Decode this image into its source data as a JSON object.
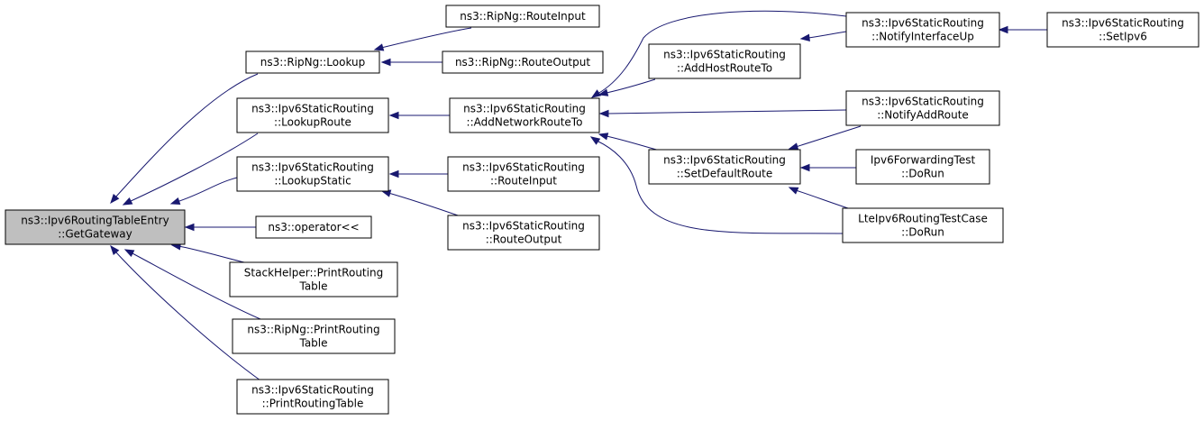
{
  "diagram": {
    "nodes": [
      {
        "id": "root",
        "lines": [
          "ns3::Ipv6RoutingTableEntry",
          "::GetGateway"
        ],
        "root": true
      },
      {
        "id": "ripng_lookup",
        "lines": [
          "ns3::RipNg::Lookup"
        ]
      },
      {
        "id": "lookup_route",
        "lines": [
          "ns3::Ipv6StaticRouting",
          "::LookupRoute"
        ]
      },
      {
        "id": "lookup_static",
        "lines": [
          "ns3::Ipv6StaticRouting",
          "::LookupStatic"
        ]
      },
      {
        "id": "operator_lshift",
        "lines": [
          "ns3::operator<<"
        ]
      },
      {
        "id": "stackhelper_print",
        "lines": [
          "StackHelper::PrintRouting",
          "Table"
        ]
      },
      {
        "id": "ripng_print",
        "lines": [
          "ns3::RipNg::PrintRouting",
          "Table"
        ]
      },
      {
        "id": "static_print",
        "lines": [
          "ns3::Ipv6StaticRouting",
          "::PrintRoutingTable"
        ]
      },
      {
        "id": "ripng_route_input",
        "lines": [
          "ns3::RipNg::RouteInput"
        ]
      },
      {
        "id": "ripng_route_output",
        "lines": [
          "ns3::RipNg::RouteOutput"
        ]
      },
      {
        "id": "add_network_route_to",
        "lines": [
          "ns3::Ipv6StaticRouting",
          "::AddNetworkRouteTo"
        ]
      },
      {
        "id": "static_route_input",
        "lines": [
          "ns3::Ipv6StaticRouting",
          "::RouteInput"
        ]
      },
      {
        "id": "static_route_output",
        "lines": [
          "ns3::Ipv6StaticRouting",
          "::RouteOutput"
        ]
      },
      {
        "id": "add_host_route_to",
        "lines": [
          "ns3::Ipv6StaticRouting",
          "::AddHostRouteTo"
        ]
      },
      {
        "id": "set_default_route",
        "lines": [
          "ns3::Ipv6StaticRouting",
          "::SetDefaultRoute"
        ]
      },
      {
        "id": "notify_interface_up",
        "lines": [
          "ns3::Ipv6StaticRouting",
          "::NotifyInterfaceUp"
        ]
      },
      {
        "id": "notify_add_route",
        "lines": [
          "ns3::Ipv6StaticRouting",
          "::NotifyAddRoute"
        ]
      },
      {
        "id": "ipv6_forwarding_test",
        "lines": [
          "Ipv6ForwardingTest",
          "::DoRun"
        ]
      },
      {
        "id": "lte_ipv6_routing_test",
        "lines": [
          "LteIpv6RoutingTestCase",
          "::DoRun"
        ]
      },
      {
        "id": "set_ipv6",
        "lines": [
          "ns3::Ipv6StaticRouting",
          "::SetIpv6"
        ]
      }
    ],
    "edges": [
      {
        "from": "ripng_lookup",
        "to": "root"
      },
      {
        "from": "lookup_route",
        "to": "root"
      },
      {
        "from": "lookup_static",
        "to": "root"
      },
      {
        "from": "operator_lshift",
        "to": "root"
      },
      {
        "from": "stackhelper_print",
        "to": "root"
      },
      {
        "from": "ripng_print",
        "to": "root"
      },
      {
        "from": "static_print",
        "to": "root"
      },
      {
        "from": "ripng_route_input",
        "to": "ripng_lookup"
      },
      {
        "from": "ripng_route_output",
        "to": "ripng_lookup"
      },
      {
        "from": "add_network_route_to",
        "to": "lookup_route"
      },
      {
        "from": "static_route_input",
        "to": "lookup_static"
      },
      {
        "from": "static_route_output",
        "to": "lookup_static"
      },
      {
        "from": "notify_interface_up",
        "to": "add_network_route_to"
      },
      {
        "from": "add_host_route_to",
        "to": "add_network_route_to"
      },
      {
        "from": "notify_add_route",
        "to": "add_network_route_to"
      },
      {
        "from": "set_default_route",
        "to": "add_network_route_to"
      },
      {
        "from": "lte_ipv6_routing_test",
        "to": "add_network_route_to"
      },
      {
        "from": "notify_interface_up",
        "to": "add_host_route_to"
      },
      {
        "from": "notify_add_route",
        "to": "set_default_route"
      },
      {
        "from": "ipv6_forwarding_test",
        "to": "set_default_route"
      },
      {
        "from": "lte_ipv6_routing_test",
        "to": "set_default_route"
      },
      {
        "from": "set_ipv6",
        "to": "notify_interface_up"
      }
    ],
    "colors": {
      "edge": "#191970",
      "root_fill": "#bfbfbf",
      "node_fill": "#ffffff",
      "border": "#000000"
    }
  }
}
